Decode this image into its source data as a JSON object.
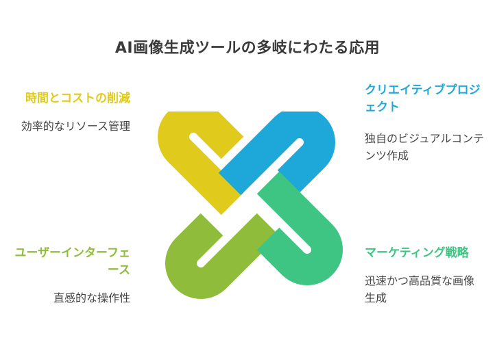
{
  "title": "AI画像生成ツールの多岐にわたる応用",
  "colors": {
    "yellow": "#E0CA1C",
    "blue": "#1EA8DA",
    "lime": "#8FBC3A",
    "green": "#3EC483",
    "title": "#3a3a3a",
    "body": "#444444"
  },
  "sections": {
    "top_left": {
      "heading": "時間とコストの削減",
      "description": "効率的なリソース管理"
    },
    "top_right": {
      "heading": "クリエイティブプロジェクト",
      "description": "独自のビジュアルコンテンツ作成"
    },
    "bottom_left": {
      "heading": "ユーザーインターフェース",
      "description": "直感的な操作性"
    },
    "bottom_right": {
      "heading": "マーケティング戦略",
      "description": "迅速かつ高品質な画像生成"
    }
  }
}
